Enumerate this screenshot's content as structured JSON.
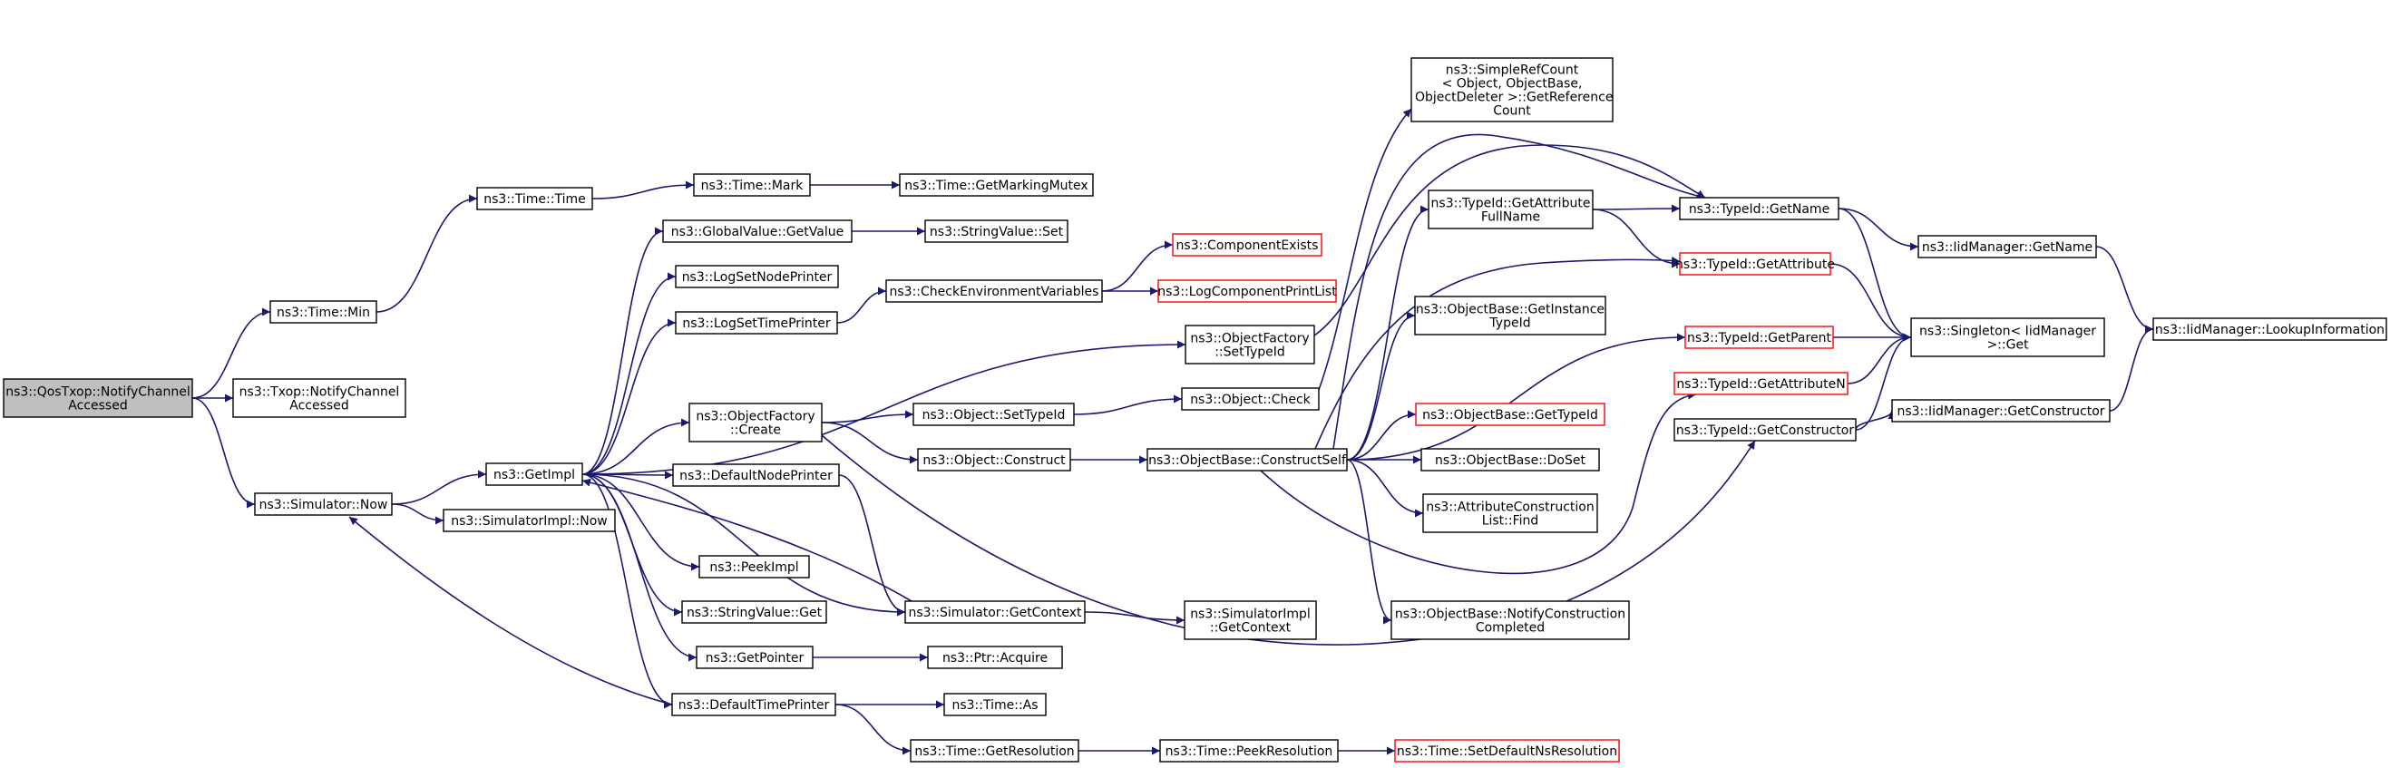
{
  "graph": {
    "colors": {
      "edge": "#191970",
      "node_border": "#000000",
      "node_border_incomplete": "#ff0000",
      "node_fill": "#ffffff",
      "root_fill": "#bfbfbf"
    },
    "nodes": [
      {
        "id": "root",
        "label": "ns3::QosTxop::NotifyChannel\nAccessed",
        "root": true
      },
      {
        "id": "time_min",
        "label": "ns3::Time::Min"
      },
      {
        "id": "txop_notify",
        "label": "ns3::Txop::NotifyChannel\nAccessed"
      },
      {
        "id": "sim_now",
        "label": "ns3::Simulator::Now"
      },
      {
        "id": "time_time",
        "label": "ns3::Time::Time"
      },
      {
        "id": "time_mark",
        "label": "ns3::Time::Mark"
      },
      {
        "id": "time_getmarkingmutex",
        "label": "ns3::Time::GetMarkingMutex"
      },
      {
        "id": "getimpl",
        "label": "ns3::GetImpl"
      },
      {
        "id": "simimpl_now",
        "label": "ns3::SimulatorImpl::Now"
      },
      {
        "id": "gv_getvalue",
        "label": "ns3::GlobalValue::GetValue"
      },
      {
        "id": "sv_set",
        "label": "ns3::StringValue::Set"
      },
      {
        "id": "logsetnodeprinter",
        "label": "ns3::LogSetNodePrinter"
      },
      {
        "id": "logsettimeprinter",
        "label": "ns3::LogSetTimePrinter"
      },
      {
        "id": "checkenv",
        "label": "ns3::CheckEnvironmentVariables"
      },
      {
        "id": "componentexists",
        "label": "ns3::ComponentExists",
        "incomplete": true
      },
      {
        "id": "logcomponentprintlist",
        "label": "ns3::LogComponentPrintList",
        "incomplete": true
      },
      {
        "id": "of_settypeid",
        "label": "ns3::ObjectFactory\n::SetTypeId"
      },
      {
        "id": "of_create",
        "label": "ns3::ObjectFactory\n::Create"
      },
      {
        "id": "obj_settypeid",
        "label": "ns3::Object::SetTypeId"
      },
      {
        "id": "obj_check",
        "label": "ns3::Object::Check"
      },
      {
        "id": "obj_construct",
        "label": "ns3::Object::Construct"
      },
      {
        "id": "defaultnodeprinter",
        "label": "ns3::DefaultNodePrinter"
      },
      {
        "id": "peekimpl",
        "label": "ns3::PeekImpl"
      },
      {
        "id": "sv_get",
        "label": "ns3::StringValue::Get"
      },
      {
        "id": "getpointer",
        "label": "ns3::GetPointer"
      },
      {
        "id": "defaulttimeprinter",
        "label": "ns3::DefaultTimePrinter"
      },
      {
        "id": "sim_getcontext",
        "label": "ns3::Simulator::GetContext"
      },
      {
        "id": "simimpl_getcontext",
        "label": "ns3::SimulatorImpl\n::GetContext"
      },
      {
        "id": "ptr_acquire",
        "label": "ns3::Ptr::Acquire"
      },
      {
        "id": "time_as",
        "label": "ns3::Time::As"
      },
      {
        "id": "time_getresolution",
        "label": "ns3::Time::GetResolution"
      },
      {
        "id": "time_peekresolution",
        "label": "ns3::Time::PeekResolution"
      },
      {
        "id": "time_setdefaultnsresolution",
        "label": "ns3::Time::SetDefaultNsResolution",
        "incomplete": true
      },
      {
        "id": "ob_constructself",
        "label": "ns3::ObjectBase::ConstructSelf"
      },
      {
        "id": "simplerefcount",
        "label": "ns3::SimpleRefCount\n< Object, ObjectBase,\n ObjectDeleter >::GetReference\nCount"
      },
      {
        "id": "tid_getattributefullname",
        "label": "ns3::TypeId::GetAttribute\nFullName"
      },
      {
        "id": "ob_getinstancetypeid",
        "label": "ns3::ObjectBase::GetInstance\nTypeId"
      },
      {
        "id": "ob_gettypeid",
        "label": "ns3::ObjectBase::GetTypeId",
        "incomplete": true
      },
      {
        "id": "ob_doset",
        "label": "ns3::ObjectBase::DoSet"
      },
      {
        "id": "acl_find",
        "label": "ns3::AttributeConstruction\nList::Find"
      },
      {
        "id": "ob_notifyconstructioncompleted",
        "label": "ns3::ObjectBase::NotifyConstruction\nCompleted"
      },
      {
        "id": "tid_getname",
        "label": "ns3::TypeId::GetName"
      },
      {
        "id": "tid_getattribute",
        "label": "ns3::TypeId::GetAttribute",
        "incomplete": true
      },
      {
        "id": "tid_getparent",
        "label": "ns3::TypeId::GetParent",
        "incomplete": true
      },
      {
        "id": "tid_getattributen",
        "label": "ns3::TypeId::GetAttributeN",
        "incomplete": true
      },
      {
        "id": "tid_getconstructor",
        "label": "ns3::TypeId::GetConstructor"
      },
      {
        "id": "iidm_getname",
        "label": "ns3::IidManager::GetName"
      },
      {
        "id": "singleton_get",
        "label": "ns3::Singleton< IidManager\n>::Get"
      },
      {
        "id": "iidm_getconstructor",
        "label": "ns3::IidManager::GetConstructor"
      },
      {
        "id": "iidm_lookupinformation",
        "label": "ns3::IidManager::LookupInformation"
      }
    ],
    "edges": [
      [
        "root",
        "time_min"
      ],
      [
        "root",
        "txop_notify"
      ],
      [
        "root",
        "sim_now"
      ],
      [
        "time_min",
        "time_time"
      ],
      [
        "time_time",
        "time_mark"
      ],
      [
        "time_mark",
        "time_getmarkingmutex"
      ],
      [
        "sim_now",
        "getimpl"
      ],
      [
        "sim_now",
        "simimpl_now"
      ],
      [
        "getimpl",
        "gv_getvalue"
      ],
      [
        "getimpl",
        "logsetnodeprinter"
      ],
      [
        "getimpl",
        "logsettimeprinter"
      ],
      [
        "getimpl",
        "of_settypeid"
      ],
      [
        "getimpl",
        "of_create"
      ],
      [
        "getimpl",
        "defaultnodeprinter"
      ],
      [
        "getimpl",
        "peekimpl"
      ],
      [
        "getimpl",
        "sv_get"
      ],
      [
        "getimpl",
        "getpointer"
      ],
      [
        "getimpl",
        "defaulttimeprinter"
      ],
      [
        "getimpl",
        "sim_getcontext"
      ],
      [
        "gv_getvalue",
        "sv_set"
      ],
      [
        "logsettimeprinter",
        "checkenv"
      ],
      [
        "checkenv",
        "componentexists"
      ],
      [
        "checkenv",
        "logcomponentprintlist"
      ],
      [
        "of_settypeid",
        "tid_getname"
      ],
      [
        "of_create",
        "obj_settypeid"
      ],
      [
        "of_create",
        "obj_construct"
      ],
      [
        "of_create",
        "tid_getconstructor"
      ],
      [
        "obj_settypeid",
        "obj_check"
      ],
      [
        "obj_check",
        "simplerefcount"
      ],
      [
        "obj_construct",
        "ob_constructself"
      ],
      [
        "defaultnodeprinter",
        "sim_getcontext"
      ],
      [
        "defaulttimeprinter",
        "sim_now"
      ],
      [
        "defaulttimeprinter",
        "time_as"
      ],
      [
        "defaulttimeprinter",
        "time_getresolution"
      ],
      [
        "sim_getcontext",
        "getimpl"
      ],
      [
        "sim_getcontext",
        "simimpl_getcontext"
      ],
      [
        "getpointer",
        "ptr_acquire"
      ],
      [
        "time_getresolution",
        "time_peekresolution"
      ],
      [
        "time_peekresolution",
        "time_setdefaultnsresolution"
      ],
      [
        "ob_constructself",
        "tid_getattributefullname"
      ],
      [
        "ob_constructself",
        "ob_getinstancetypeid"
      ],
      [
        "ob_constructself",
        "ob_gettypeid"
      ],
      [
        "ob_constructself",
        "ob_doset"
      ],
      [
        "ob_constructself",
        "acl_find"
      ],
      [
        "ob_constructself",
        "ob_notifyconstructioncompleted"
      ],
      [
        "ob_constructself",
        "tid_getname"
      ],
      [
        "ob_constructself",
        "tid_getattribute"
      ],
      [
        "ob_constructself",
        "tid_getparent"
      ],
      [
        "ob_constructself",
        "tid_getattributen"
      ],
      [
        "tid_getattributefullname",
        "tid_getname"
      ],
      [
        "tid_getattributefullname",
        "tid_getattribute"
      ],
      [
        "tid_getname",
        "iidm_getname"
      ],
      [
        "tid_getname",
        "singleton_get"
      ],
      [
        "tid_getattribute",
        "singleton_get"
      ],
      [
        "tid_getparent",
        "singleton_get"
      ],
      [
        "tid_getattributen",
        "singleton_get"
      ],
      [
        "tid_getconstructor",
        "singleton_get"
      ],
      [
        "tid_getconstructor",
        "iidm_getconstructor"
      ],
      [
        "iidm_getname",
        "iidm_lookupinformation"
      ],
      [
        "iidm_getconstructor",
        "iidm_lookupinformation"
      ]
    ]
  }
}
